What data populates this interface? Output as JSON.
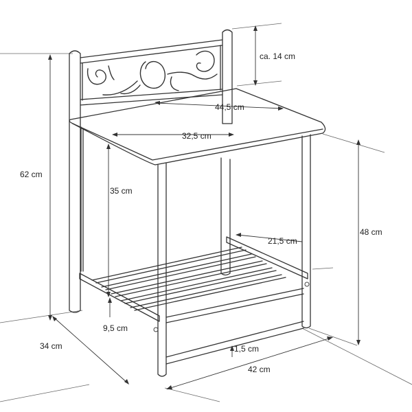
{
  "colors": {
    "line": "#333333",
    "background": "#ffffff",
    "text": "#222222"
  },
  "dimensions": {
    "headboard_height": "ca. 14 cm",
    "top_depth": "44,5 cm",
    "top_width_inner": "32,5 cm",
    "total_height": "62 cm",
    "top_height": "48 cm",
    "shelf_to_top": "35 cm",
    "shelf_depth": "21,5 cm",
    "shelf_height": "9,5 cm",
    "depth": "34 cm",
    "rail_height": "1,5 cm",
    "width": "42 cm"
  }
}
